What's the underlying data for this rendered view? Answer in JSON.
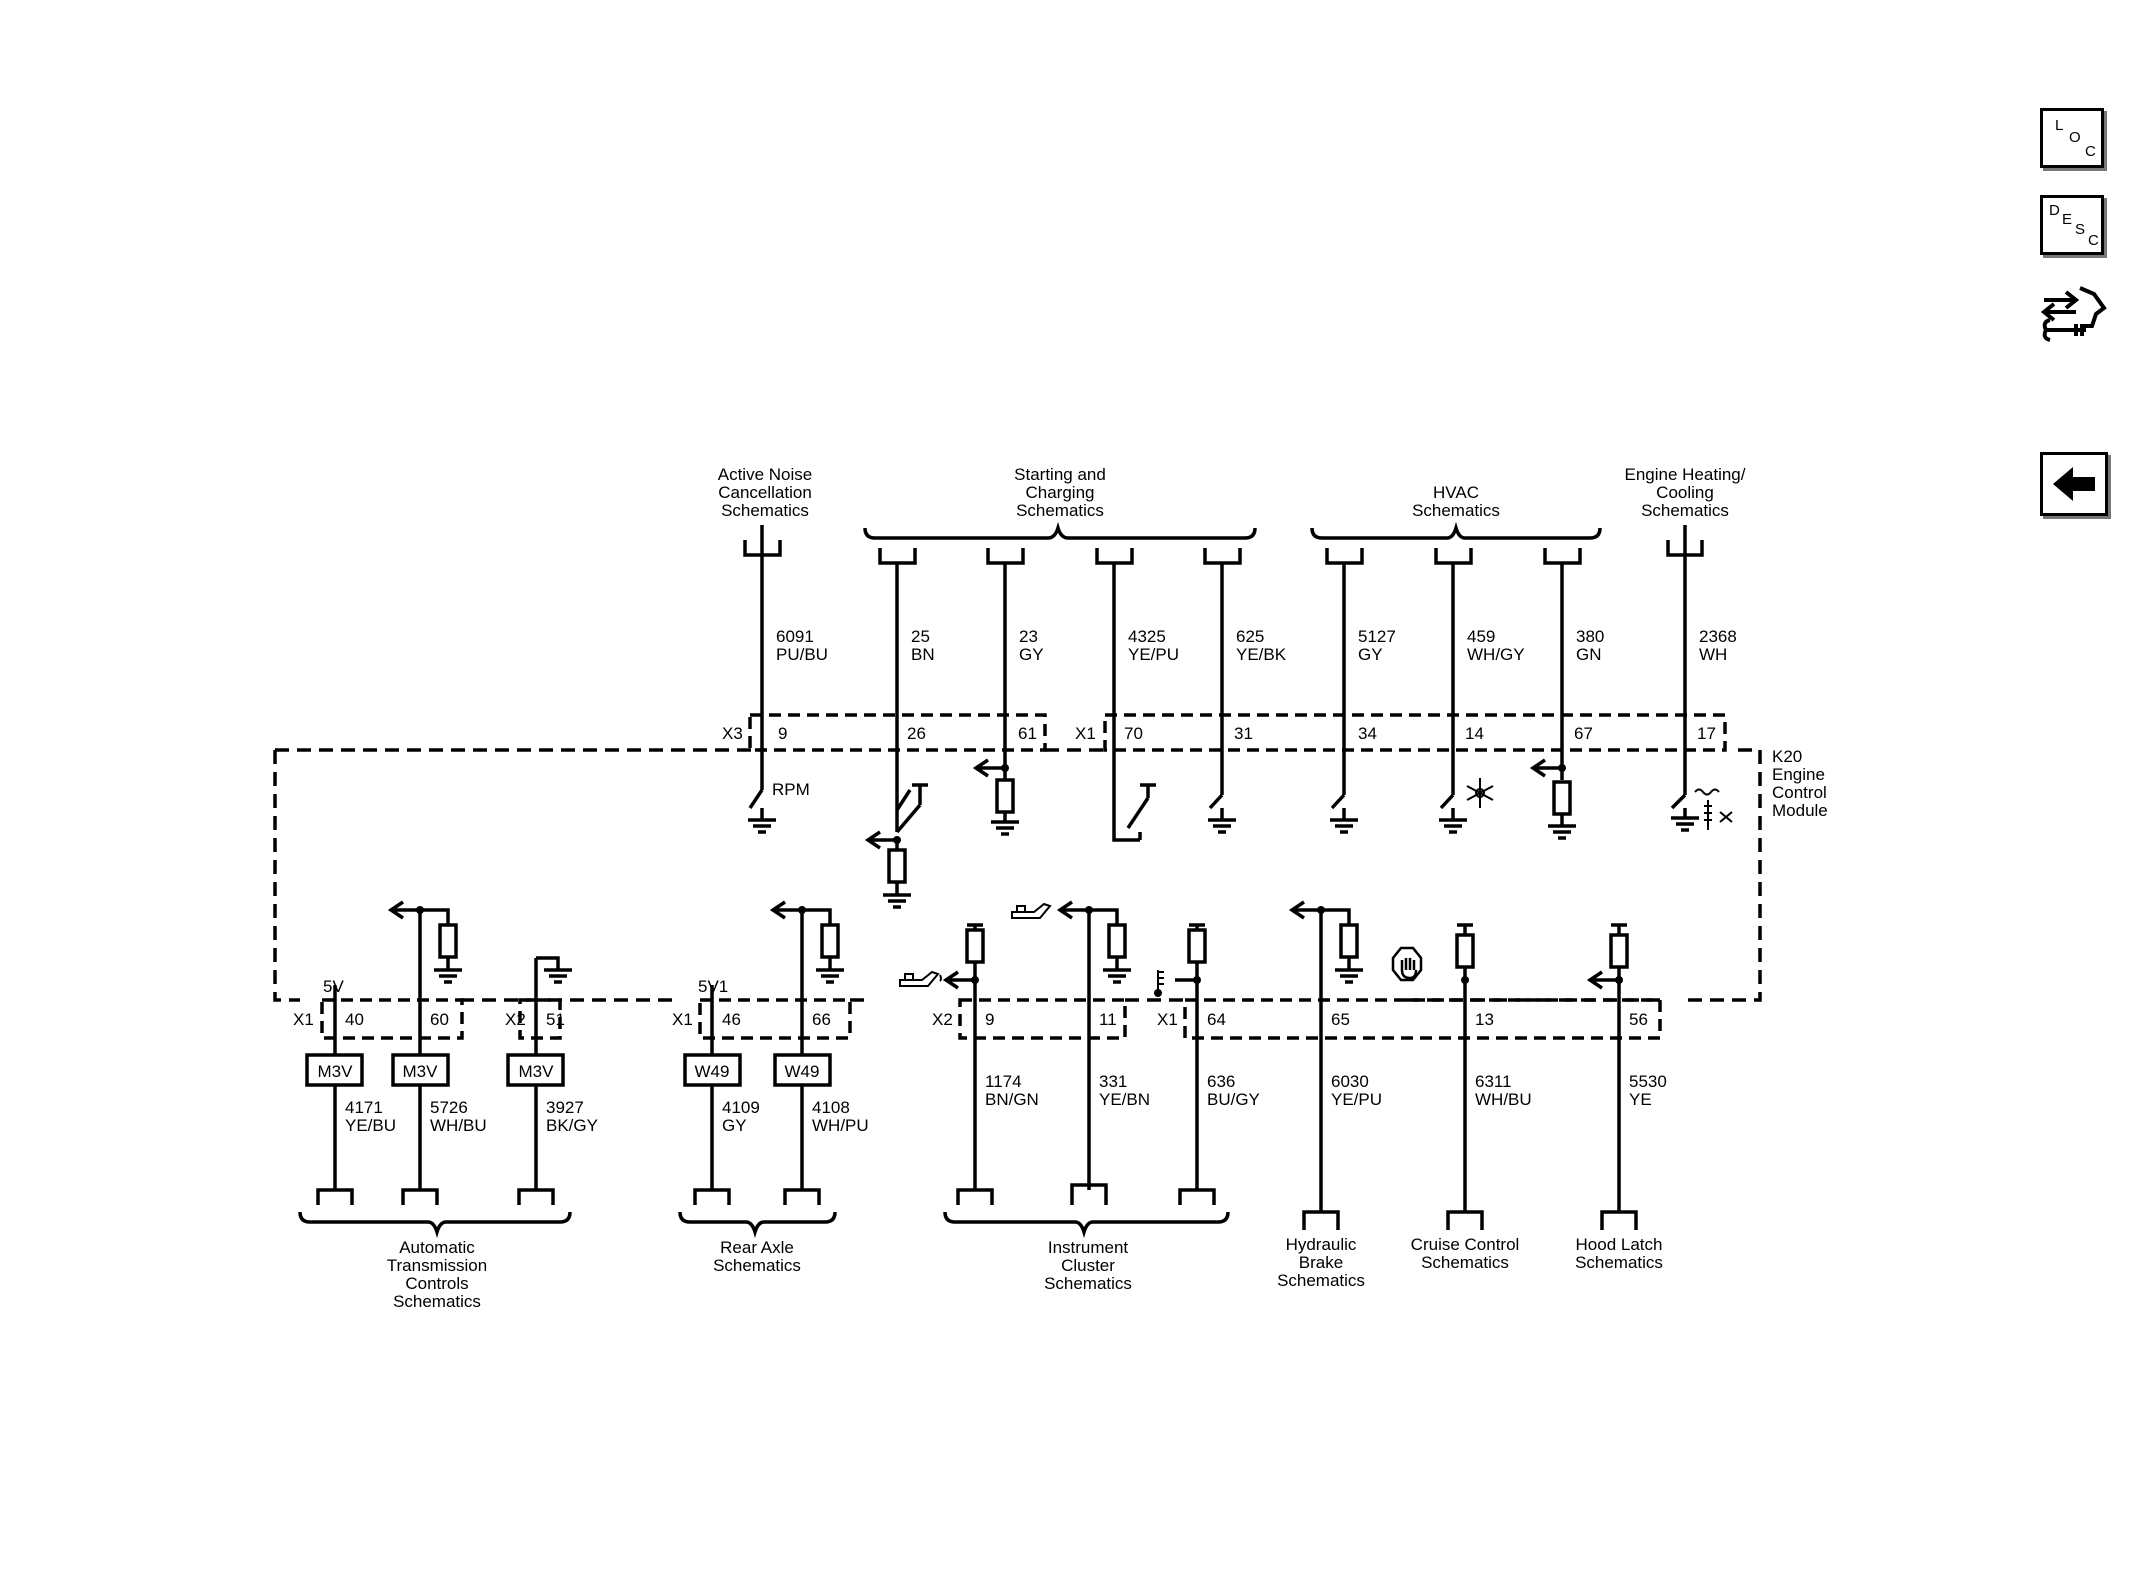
{
  "nav": {
    "loc_letters": [
      "L",
      "O",
      "C"
    ],
    "desc_letters": [
      "D",
      "E",
      "S",
      "C"
    ]
  },
  "module": {
    "name_lines": [
      "K20",
      "Engine",
      "Control",
      "Module"
    ]
  },
  "connectors": {
    "x1": "X1",
    "x2": "X2",
    "x3": "X3"
  },
  "destinations": {
    "anc": [
      "Active Noise",
      "Cancellation",
      "Schematics"
    ],
    "starting": [
      "Starting and",
      "Charging",
      "Schematics"
    ],
    "hvac": [
      "HVAC",
      "Schematics"
    ],
    "engine_heating": [
      "Engine Heating/",
      "Cooling",
      "Schematics"
    ],
    "auto_trans": [
      "Automatic",
      "Transmission",
      "Controls",
      "Schematics"
    ],
    "rear_axle": [
      "Rear Axle",
      "Schematics"
    ],
    "instrument": [
      "Instrument",
      "Cluster",
      "Schematics"
    ],
    "hydraulic": [
      "Hydraulic",
      "Brake",
      "Schematics"
    ],
    "cruise": [
      "Cruise Control",
      "Schematics"
    ],
    "hood": [
      "Hood Latch",
      "Schematics"
    ]
  },
  "top_wires": [
    {
      "circuit": "6091",
      "color": "PU/BU",
      "pin": "9"
    },
    {
      "circuit": "25",
      "color": "BN",
      "pin": "26"
    },
    {
      "circuit": "23",
      "color": "GY",
      "pin": "61"
    },
    {
      "circuit": "4325",
      "color": "YE/PU",
      "pin": "70"
    },
    {
      "circuit": "625",
      "color": "YE/BK",
      "pin": "31"
    },
    {
      "circuit": "5127",
      "color": "GY",
      "pin": "34"
    },
    {
      "circuit": "459",
      "color": "WH/GY",
      "pin": "14"
    },
    {
      "circuit": "380",
      "color": "GN",
      "pin": "67"
    },
    {
      "circuit": "2368",
      "color": "WH",
      "pin": "17"
    }
  ],
  "bottom_wires": [
    {
      "circuit": "4171",
      "color": "YE/BU",
      "pin": "40"
    },
    {
      "circuit": "5726",
      "color": "WH/BU",
      "pin": "60"
    },
    {
      "circuit": "3927",
      "color": "BK/GY",
      "pin": "51"
    },
    {
      "circuit": "4109",
      "color": "GY",
      "pin": "46"
    },
    {
      "circuit": "4108",
      "color": "WH/PU",
      "pin": "66"
    },
    {
      "circuit": "1174",
      "color": "BN/GN",
      "pin": "9"
    },
    {
      "circuit": "331",
      "color": "YE/BN",
      "pin": "11"
    },
    {
      "circuit": "636",
      "color": "BU/GY",
      "pin": "64"
    },
    {
      "circuit": "6030",
      "color": "YE/PU",
      "pin": "65"
    },
    {
      "circuit": "6311",
      "color": "WH/BU",
      "pin": "13"
    },
    {
      "circuit": "5530",
      "color": "YE",
      "pin": "56"
    }
  ],
  "labels": {
    "rpm": "RPM",
    "v5": "5V",
    "v5v1": "5V1"
  },
  "splices": {
    "m3v": "M3V",
    "w49": "W49"
  }
}
